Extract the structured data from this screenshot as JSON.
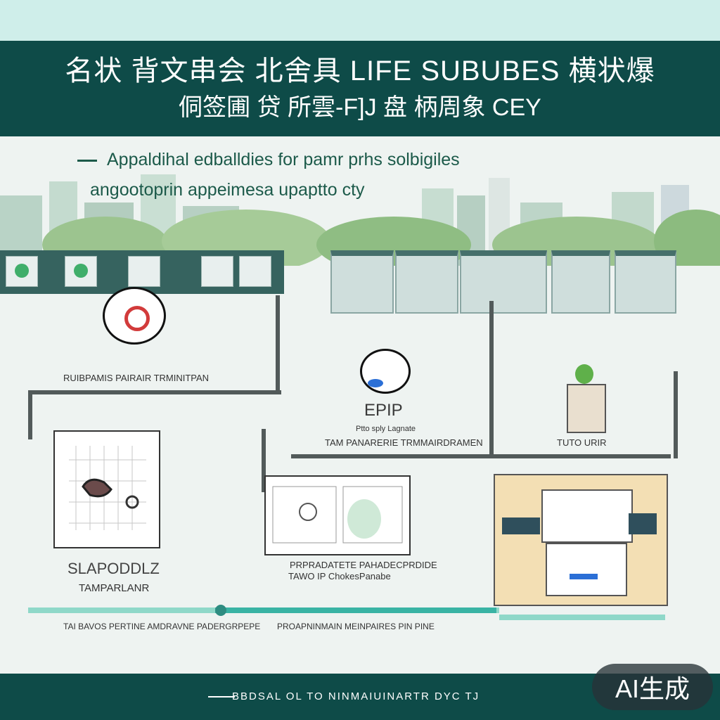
{
  "header": {
    "title_line1": "名状 背文串会 北舍具 LIFE SUBUBES 横状爆",
    "title_line2": "侗签圃 贷 所雲-F]J 盘 柄周象 CEY"
  },
  "intro": {
    "line1": "Appaldihal edballdies for pamr prhs solbigiles",
    "line2": "angootoprin appeimesa upaptto cty"
  },
  "nodes": {
    "left_caption": "RUIBPAMIS PAIRAIR TRMINITPAN",
    "center_title": "EPIP",
    "center_small": "Ptto sply Lagnate",
    "center_caption": "TAM PANARERIE TRMMAIRDRAMEN",
    "right_caption": "TUTO URIR"
  },
  "panels": {
    "left_title": "SLAPODDLZ",
    "left_sub": "TAMPARLANR",
    "middle_caption1": "PRPRADATETE PAHADECPRDIDE",
    "middle_caption2": "TAWO IP ChokesPanabe"
  },
  "timeline": {
    "left_caption": "TAI BAVOS PERTINE AMDRAVNE PADERGRPEPE",
    "middle_caption": "PROAPNINMAIN MEINPAIRES PIN PINE"
  },
  "footer": {
    "text": "BBDSAL OL TO NINMAIUINARTR DYC TJ"
  },
  "watermark": "AI生成",
  "colors": {
    "header_bg": "#0e4b48",
    "accent_green": "#3fae6a",
    "pipe": "#525a5a",
    "teal_line": "#39b3a4"
  }
}
